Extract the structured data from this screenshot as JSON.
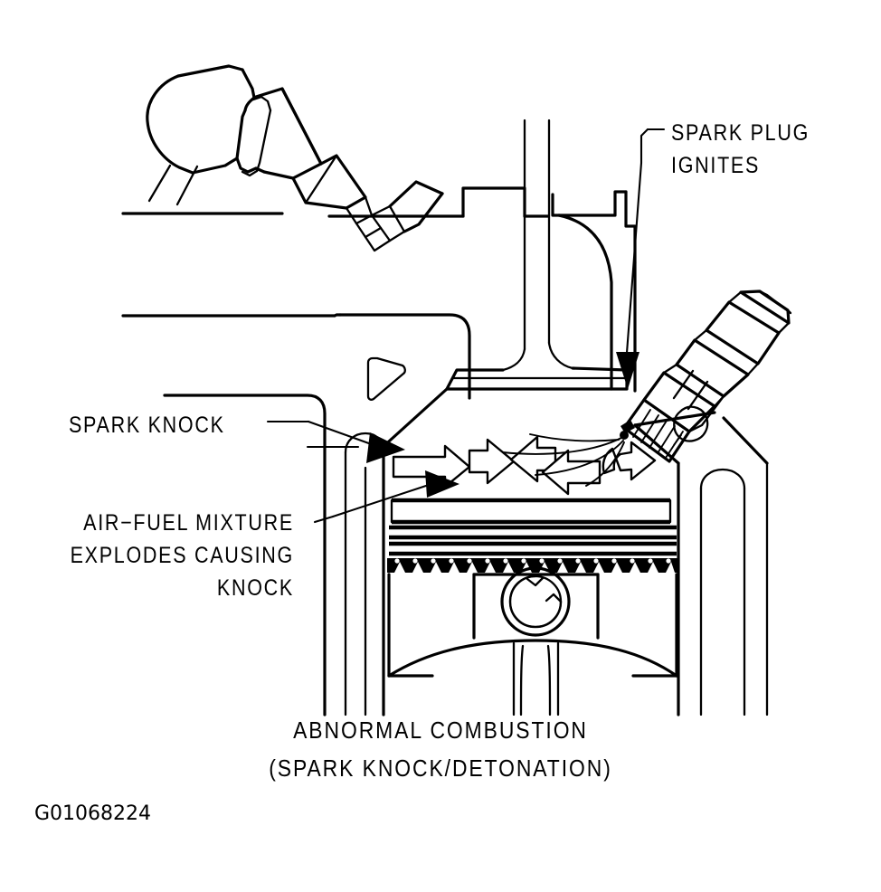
{
  "figure": {
    "id_code": "G01068224",
    "caption_line_1": "ABNORMAL COMBUSTION",
    "caption_line_2": "(SPARK KNOCK/DETONATION)",
    "ink_color": "#000000",
    "background_color": "#ffffff"
  },
  "labels": {
    "spark_plug_ignites": {
      "line_1": "SPARK PLUG",
      "line_2": "IGNITES"
    },
    "spark_knock": "SPARK KNOCK",
    "air_fuel_mixture": {
      "line_1": "AIR−FUEL MIXTURE",
      "line_2": "EXPLODES CAUSING",
      "line_3": "KNOCK"
    }
  },
  "components": {
    "knock_sensor": "knock-sensor",
    "valve": "intake-valve",
    "valve_guide": "valve-guide",
    "spark_plug": "spark-plug",
    "piston": "piston",
    "piston_rings": "piston-rings",
    "oil_ring": "oil-control-ring",
    "wrist_pin": "wrist-pin",
    "connecting_rod": "connecting-rod",
    "cylinder_block": "cylinder-block",
    "water_jacket": "water-jacket",
    "combustion_chamber": "combustion-chamber"
  },
  "flame_arrows": {
    "count": 5,
    "directions": [
      "right",
      "right",
      "left",
      "left",
      "right"
    ],
    "meaning": "flame-front-and-detonation-shock"
  }
}
